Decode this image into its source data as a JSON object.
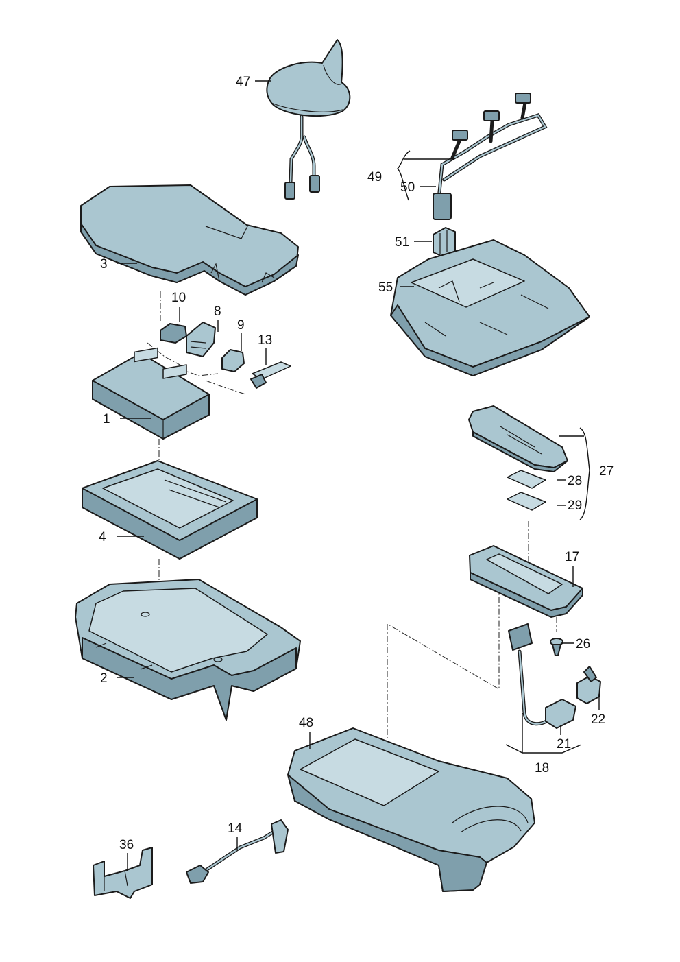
{
  "callouts": {
    "c1": "1",
    "c2": "2",
    "c3": "3",
    "c4": "4",
    "c8": "8",
    "c9": "9",
    "c10": "10",
    "c13": "13",
    "c14": "14",
    "c17": "17",
    "c18": "18",
    "c21": "21",
    "c22": "22",
    "c26": "26",
    "c27": "27",
    "c28": "28",
    "c29": "29",
    "c36": "36",
    "c47": "47",
    "c48": "48",
    "c49": "49",
    "c50": "50",
    "c51": "51",
    "c55": "55"
  },
  "colors": {
    "part_fill": "#aac6d0",
    "part_shadow": "#7f9fac",
    "line": "#1b1b1b"
  }
}
